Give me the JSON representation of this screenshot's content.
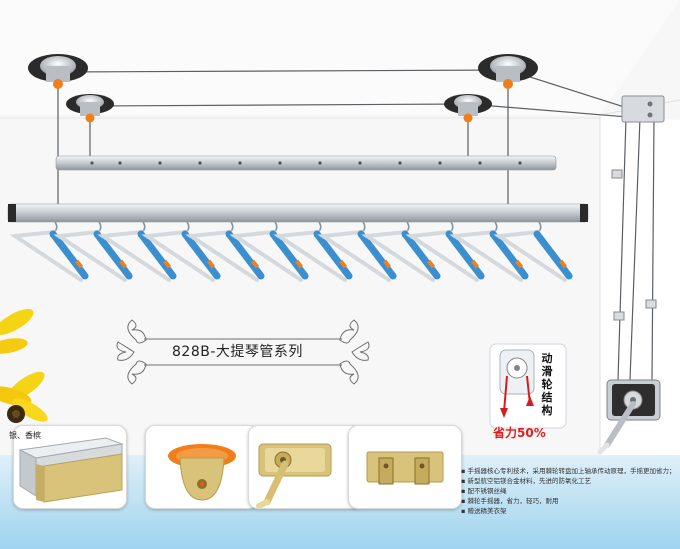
{
  "product": {
    "series_title": "828B-大提琴管系列"
  },
  "swatch": {
    "label": "银、香槟"
  },
  "pulley_badge": {
    "title": "动滑轮结构",
    "subtitle": "省力50%"
  },
  "features": [
    "手摇器核心专利技术，采用棘轮转盘加上轴承传动原理，手摇更加省力；",
    "新型航空铝镁合金材料，先进的防氧化工艺",
    "配不锈钢丝绳",
    "棘轮手摇器，省力，轻巧，耐用",
    "赠送精美衣架"
  ],
  "colors": {
    "rail_silver": "#c9ced3",
    "hanger_blue": "#3a8fd0",
    "accent_orange": "#f07f1a",
    "highlight_red": "#e11d1d",
    "champagne_gold": "#d9c27a",
    "wall_blue": "#a9d6ee"
  }
}
